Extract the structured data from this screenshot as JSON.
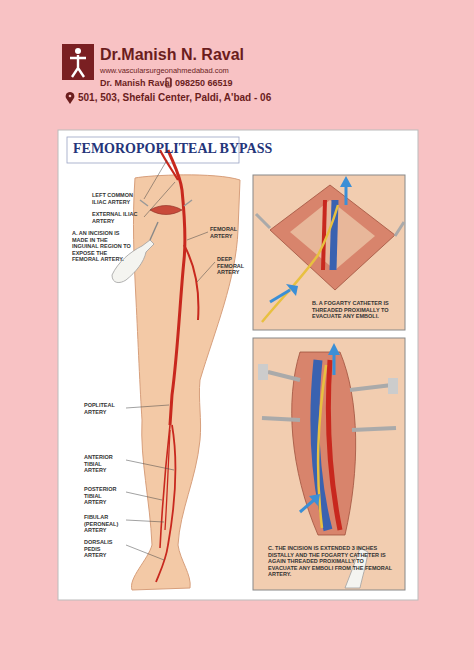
{
  "diagram": {
    "title": "FEMOROPOPLITEAL BYPASS",
    "labels": [
      "Dr.Manish N. Raval",
      "www.vascularsurgeonahmedabad.com",
      "Dr. Manish Raval",
      "098250 66519",
      "501, 503, Shefali Center, Paldi, A'bad - 06",
      "LEFT COMMON ILIAC ARTERY",
      "EXTERNAL ILIAC ARTERY",
      "A. AN INCISION IS MADE IN THE INGUINAL REGION TO EXPOSE THE FEMORAL ARTERY.",
      "FEMORAL ARTERY",
      "DEEP FEMORAL ARTERY",
      "POPLITEAL ARTERY",
      "ANTERIOR TIBIAL ARTERY",
      "POSTERIOR TIBIAL ARTERY",
      "FIBULAR (PERONEAL) ARTERY",
      "DORSALIS PEDIS ARTERY",
      "B. A FOGARTY CATHETER IS THREADED PROXIMALLY TO EVACUATE ANY EMBOLI.",
      "C. THE INCISION IS EXTENDED 3 INCHES DISTALLY AND THE FOGARTY CATHETER IS AGAIN THREADED PROXIMALLY TO EVACUATE ANY EMBOLI FROM THE FEMORAL ARTERY."
    ]
  }
}
